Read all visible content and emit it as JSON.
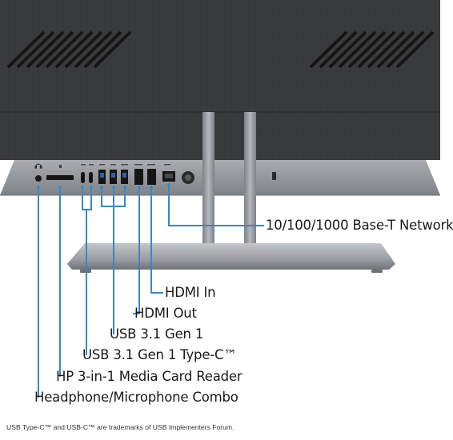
{
  "callouts": {
    "ethernet": "10/100/1000 Base-T Network",
    "hdmi_in": "HDMI In",
    "hdmi_out": "HDMI Out",
    "usb31": "USB 3.1 Gen 1",
    "usb31_typec": "USB 3.1 Gen 1 Type-C™",
    "card_reader": "HP 3-in-1 Media Card Reader",
    "headphone": "Headphone/Microphone Combo"
  },
  "footnote": "USB Type-C™ and USB-C™ are trademarks of USB Implementers Forum.",
  "colors": {
    "accent": "#3a86c8",
    "chassis": "#3b3c3e",
    "panel": "#8d9197",
    "stand": "#9b9ea2"
  },
  "icons": [
    "headphone-icon",
    "lock-slot-icon",
    "power-button-icon"
  ]
}
